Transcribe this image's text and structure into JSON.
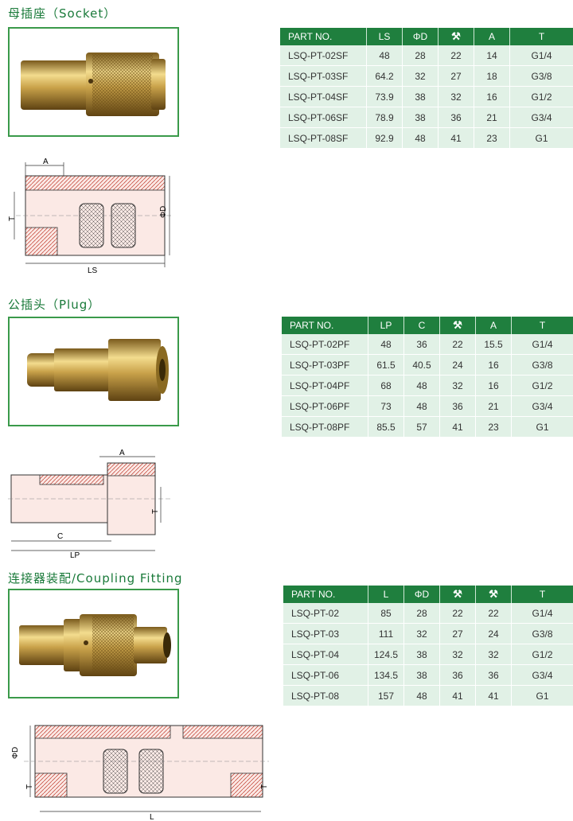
{
  "sections": [
    {
      "title": "母插座（Socket）",
      "headers": [
        "PART NO.",
        "LS",
        "ΦD",
        "wrench-icon",
        "A",
        "T"
      ],
      "rows": [
        [
          "LSQ-PT-02SF",
          "48",
          "28",
          "22",
          "14",
          "G1/4"
        ],
        [
          "LSQ-PT-03SF",
          "64.2",
          "32",
          "27",
          "18",
          "G3/8"
        ],
        [
          "LSQ-PT-04SF",
          "73.9",
          "38",
          "32",
          "16",
          "G1/2"
        ],
        [
          "LSQ-PT-06SF",
          "78.9",
          "38",
          "36",
          "21",
          "G3/4"
        ],
        [
          "LSQ-PT-08SF",
          "92.9",
          "48",
          "41",
          "23",
          "G1"
        ]
      ],
      "drawing_labels": {
        "a": "A",
        "t": "T",
        "d": "ΦD",
        "ls": "LS"
      }
    },
    {
      "title": "公插头（Plug）",
      "headers": [
        "PART NO.",
        "LP",
        "C",
        "wrench-icon",
        "A",
        "T"
      ],
      "rows": [
        [
          "LSQ-PT-02PF",
          "48",
          "36",
          "22",
          "15.5",
          "G1/4"
        ],
        [
          "LSQ-PT-03PF",
          "61.5",
          "40.5",
          "24",
          "16",
          "G3/8"
        ],
        [
          "LSQ-PT-04PF",
          "68",
          "48",
          "32",
          "16",
          "G1/2"
        ],
        [
          "LSQ-PT-06PF",
          "73",
          "48",
          "36",
          "21",
          "G3/4"
        ],
        [
          "LSQ-PT-08PF",
          "85.5",
          "57",
          "41",
          "23",
          "G1"
        ]
      ],
      "drawing_labels": {
        "a": "A",
        "t": "T",
        "c": "C",
        "lp": "LP"
      }
    },
    {
      "title": "连接器装配/Coupling Fitting",
      "headers": [
        "PART NO.",
        "L",
        "ΦD",
        "wrench-icon",
        "wrench-icon",
        "T"
      ],
      "rows": [
        [
          "LSQ-PT-02",
          "85",
          "28",
          "22",
          "22",
          "G1/4"
        ],
        [
          "LSQ-PT-03",
          "111",
          "32",
          "27",
          "24",
          "G3/8"
        ],
        [
          "LSQ-PT-04",
          "124.5",
          "38",
          "32",
          "32",
          "G1/2"
        ],
        [
          "LSQ-PT-06",
          "134.5",
          "38",
          "36",
          "36",
          "G3/4"
        ],
        [
          "LSQ-PT-08",
          "157",
          "48",
          "41",
          "41",
          "G1"
        ]
      ],
      "drawing_labels": {
        "d": "ΦD",
        "t1": "T",
        "t2": "T",
        "l": "L"
      }
    }
  ],
  "colors": {
    "header_bg": "#1f7f3e",
    "row_bg": "#e1f1e6",
    "title": "#1a7a3a",
    "brass": "#c9a24a"
  }
}
